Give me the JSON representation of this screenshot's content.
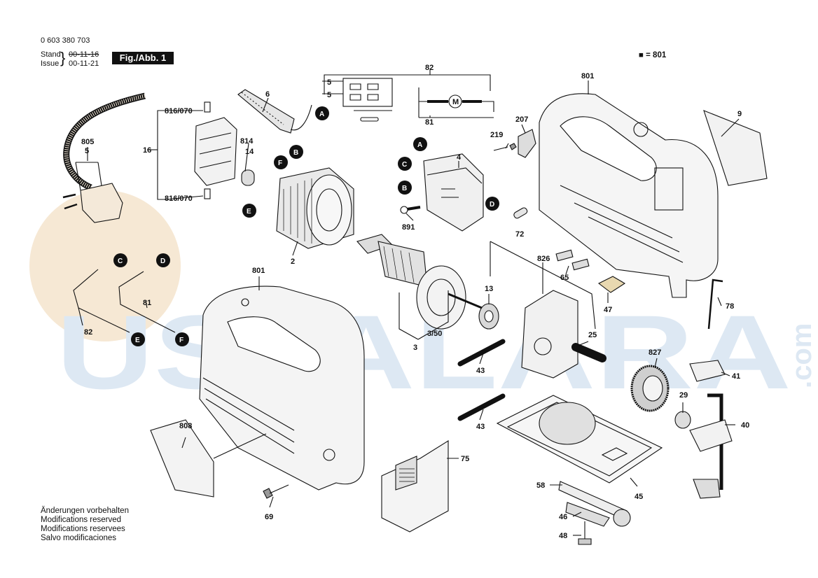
{
  "header": {
    "part_number": "0 603 380 703",
    "stand_label": "Stand",
    "stand_date": "00-11-16",
    "issue_label": "Issue",
    "issue_date": "00-11-21",
    "figure_label": "Fig./Abb. 1",
    "legend": "■ = 801"
  },
  "watermark": {
    "text": "USTALARA",
    "suffix": ".com"
  },
  "notes": [
    "Änderungen vorbehalten",
    "Modifications reserved",
    "Modifications reservees",
    "Salvo modificaciones"
  ],
  "callouts": {
    "c805": "805",
    "c5a": "5",
    "c6": "6",
    "c816a": "816/070",
    "c816b": "816/070",
    "c16": "16",
    "c814": "814",
    "c14": "14",
    "c2": "2",
    "c82top": "82",
    "c5b": "5",
    "c5c": "5",
    "c81top": "81",
    "motor": "M",
    "c4": "4",
    "c891": "891",
    "c72": "72",
    "c219": "219",
    "c207": "207",
    "c801top": "801",
    "c9": "9",
    "c826": "826",
    "c65": "65",
    "c13": "13",
    "c3_50": "3/50",
    "c3": "3",
    "c47": "47",
    "c78": "78",
    "c801mid": "801",
    "c81": "81",
    "c82": "82",
    "c43a": "43",
    "c43b": "43",
    "c25": "25",
    "c827": "827",
    "c41": "41",
    "c29": "29",
    "c40": "40",
    "c808": "808",
    "c75": "75",
    "c58": "58",
    "c45": "45",
    "c46": "46",
    "c48": "48",
    "c69": "69"
  },
  "markers": {
    "a1": "A",
    "b1": "B",
    "f1": "F",
    "e1": "E",
    "a2": "A",
    "c2": "C",
    "b2": "B",
    "d2": "D",
    "c3": "C",
    "d3": "D",
    "e3": "E",
    "f3": "F"
  }
}
